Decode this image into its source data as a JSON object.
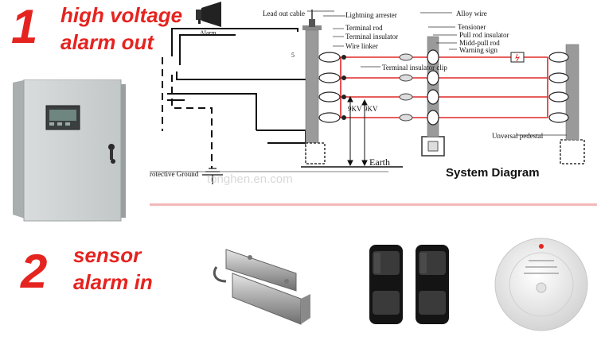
{
  "section1": {
    "number": "1",
    "line1": "high voltage",
    "line2": "alarm out"
  },
  "section2": {
    "number": "2",
    "line1": "sensor",
    "line2": "alarm in"
  },
  "diagram": {
    "title": "System Diagram",
    "labels": {
      "alarm": "Alarm",
      "lead_out_cable": "Lead out cable",
      "lightning_arrester": "Lightning arrester",
      "terminal_rod": "Terminal rod",
      "terminal_insulator": "Terminal insulator",
      "wire_linker": "Wire linker",
      "terminal_insulator_clip": "Terminal insulator clip",
      "alloy_wire": "Alloy wire",
      "tensioner": "Tensioner",
      "pull_rod_insulator": "Pull rod insulator",
      "midd_pull_rod": "Midd-pull rod",
      "warning_sign": "Warning sign",
      "universal_pedestal": "Unversal pedestal",
      "voltage_1": "9KV",
      "voltage_2": "9KV",
      "earth": "Earth",
      "protective_ground": "rotective Ground",
      "post_number": "5"
    }
  },
  "watermark": "tonghen.en.com",
  "colors": {
    "accent": "#e52420",
    "wire": "#e02828",
    "divider": "#f2b8b8",
    "line": "#111111"
  }
}
